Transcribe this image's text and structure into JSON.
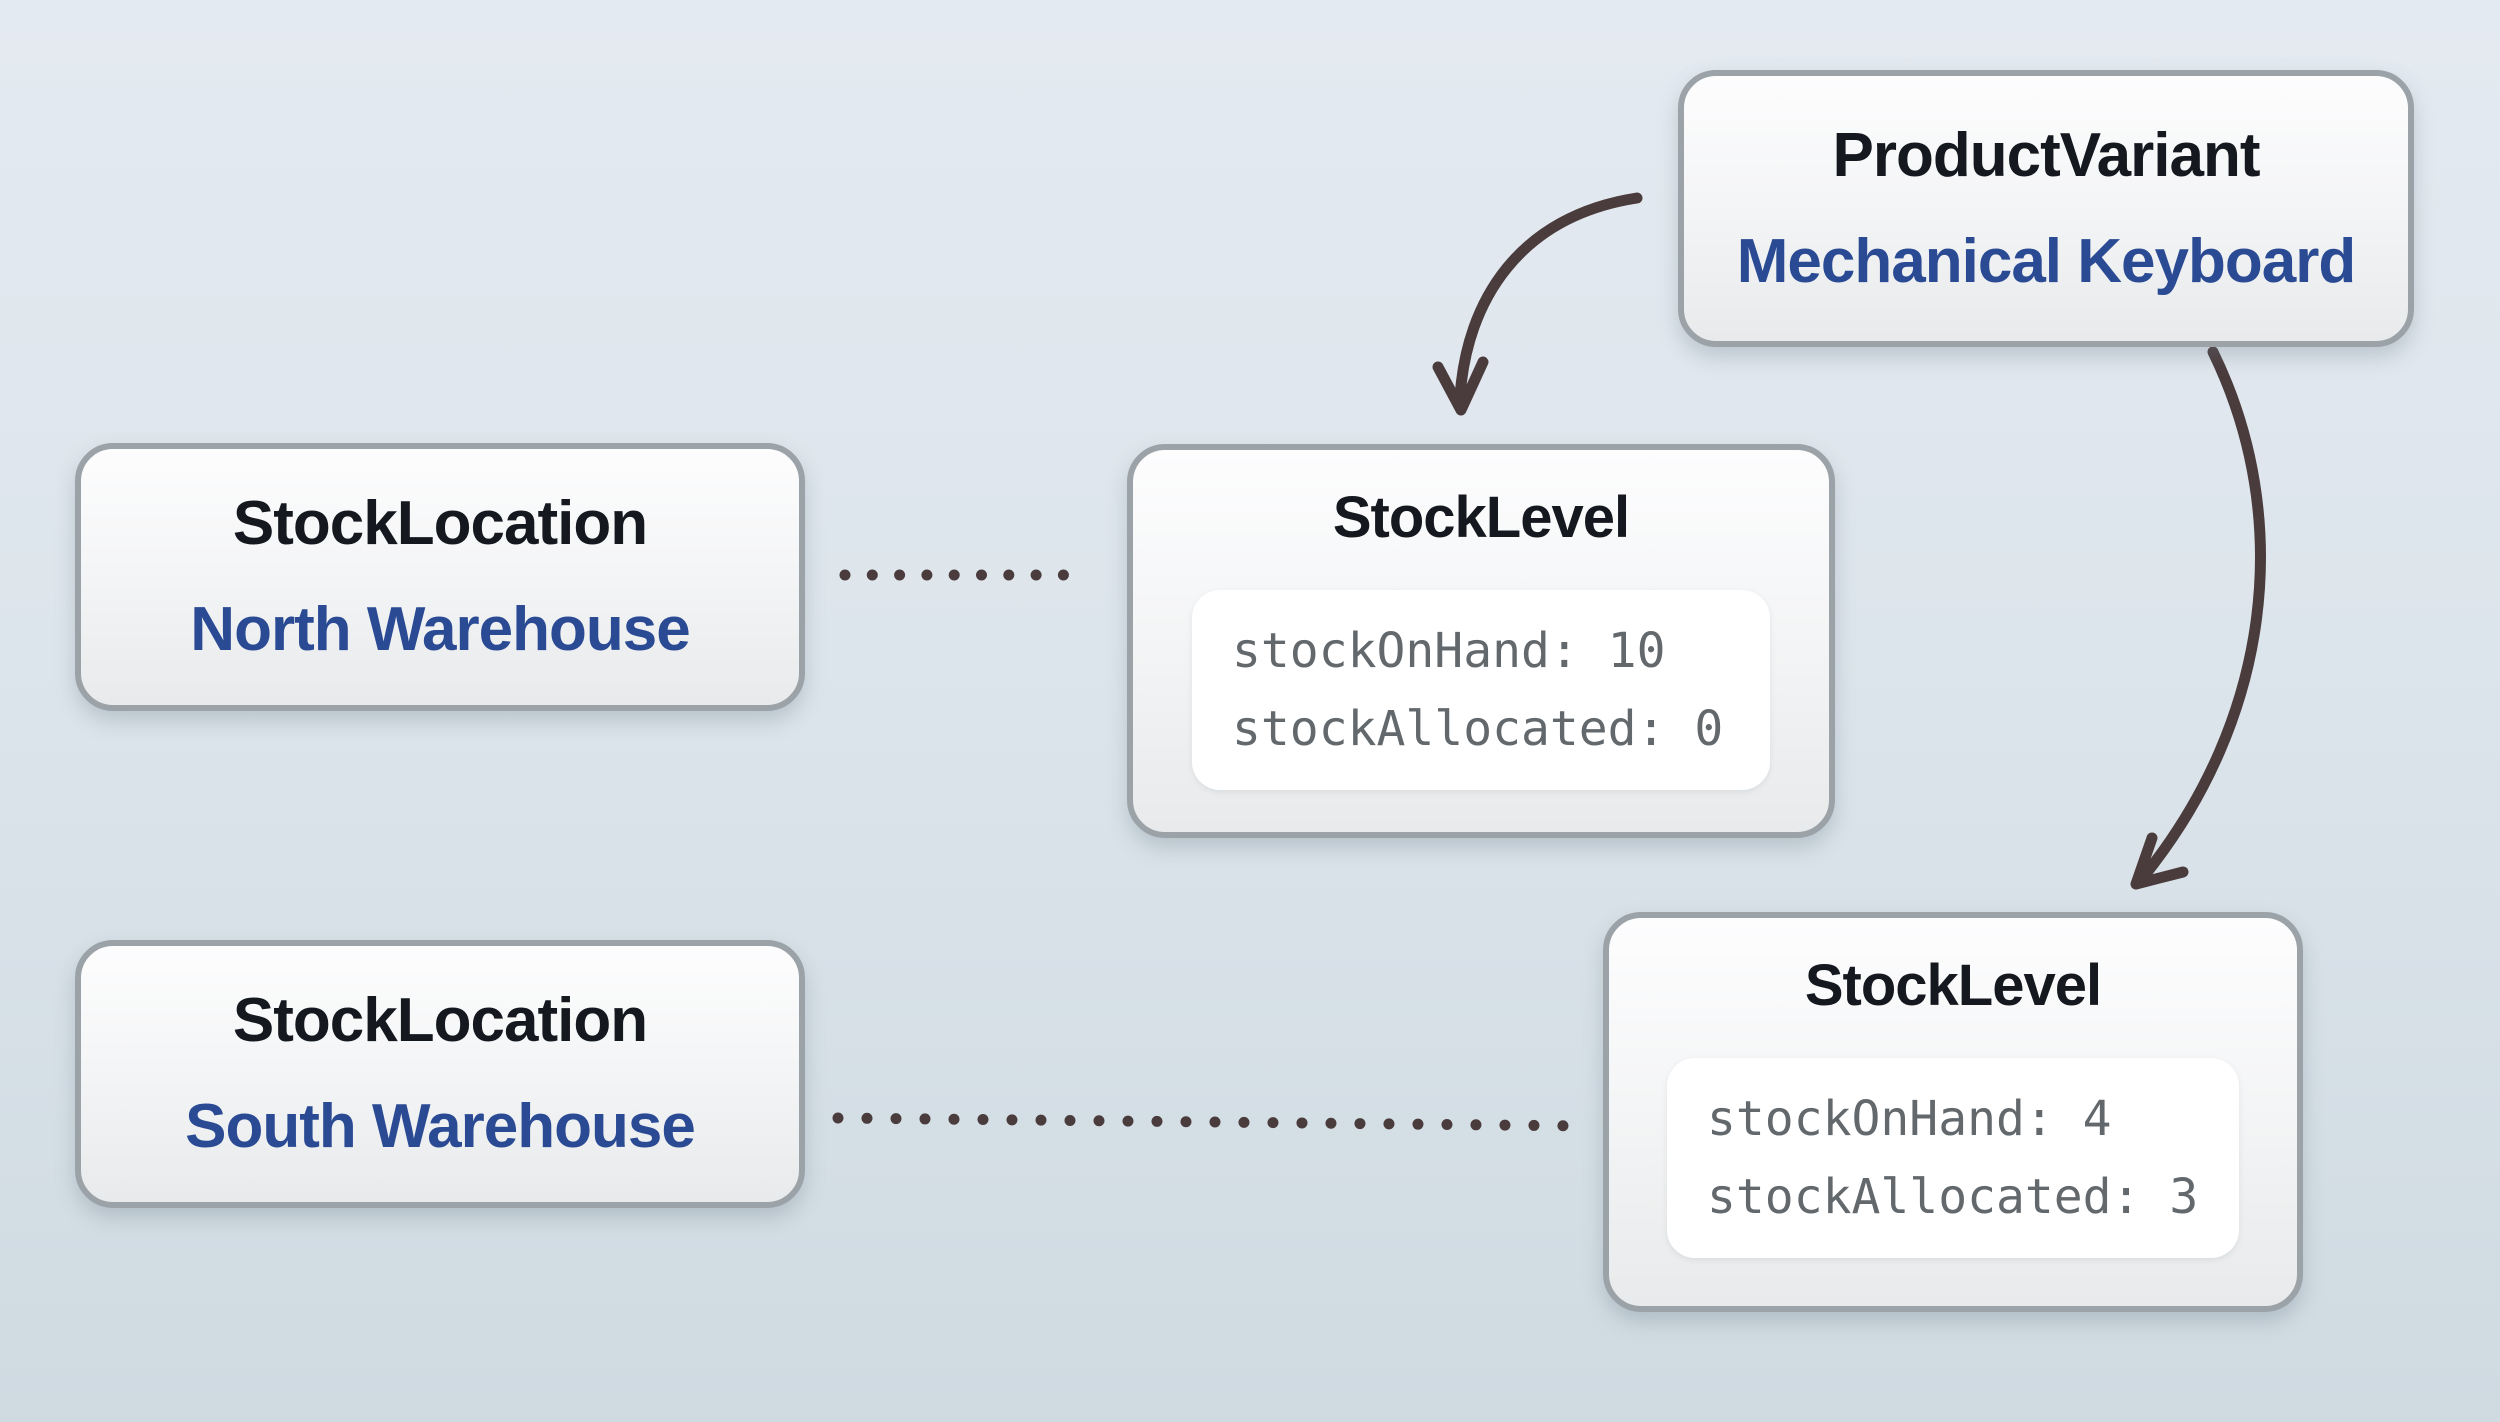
{
  "colors": {
    "background_top": "#e4eaf1",
    "background_bottom": "#cfdae1",
    "entity_type_text": "#15181f",
    "entity_instance_text": "#2a4a94",
    "code_text": "#62686c",
    "connector": "#4a3b3d",
    "card_border": "#9ba3a8",
    "card_fill": "#f5f6f7",
    "code_panel_fill": "#ffffff"
  },
  "entities": {
    "product_variant": {
      "type": "ProductVariant",
      "instance": "Mechanical Keyboard"
    },
    "stock_location_north": {
      "type": "StockLocation",
      "instance": "North Warehouse"
    },
    "stock_location_south": {
      "type": "StockLocation",
      "instance": "South Warehouse"
    },
    "stock_level_north": {
      "type": "StockLevel",
      "stock_on_hand": 10,
      "stock_allocated": 0,
      "lines": [
        "stockOnHand: 10",
        "stockAllocated: 0"
      ]
    },
    "stock_level_south": {
      "type": "StockLevel",
      "stock_on_hand": 4,
      "stock_allocated": 3,
      "lines": [
        "stockOnHand: 4",
        "stockAllocated: 3"
      ]
    }
  },
  "relations": [
    {
      "from": "ProductVariant",
      "to": "StockLevel (north)",
      "style": "curved-arrow"
    },
    {
      "from": "ProductVariant",
      "to": "StockLevel (south)",
      "style": "curved-arrow"
    },
    {
      "from": "StockLocation North Warehouse",
      "to": "StockLevel (north)",
      "style": "dotted-line"
    },
    {
      "from": "StockLocation South Warehouse",
      "to": "StockLevel (south)",
      "style": "dotted-line"
    }
  ]
}
